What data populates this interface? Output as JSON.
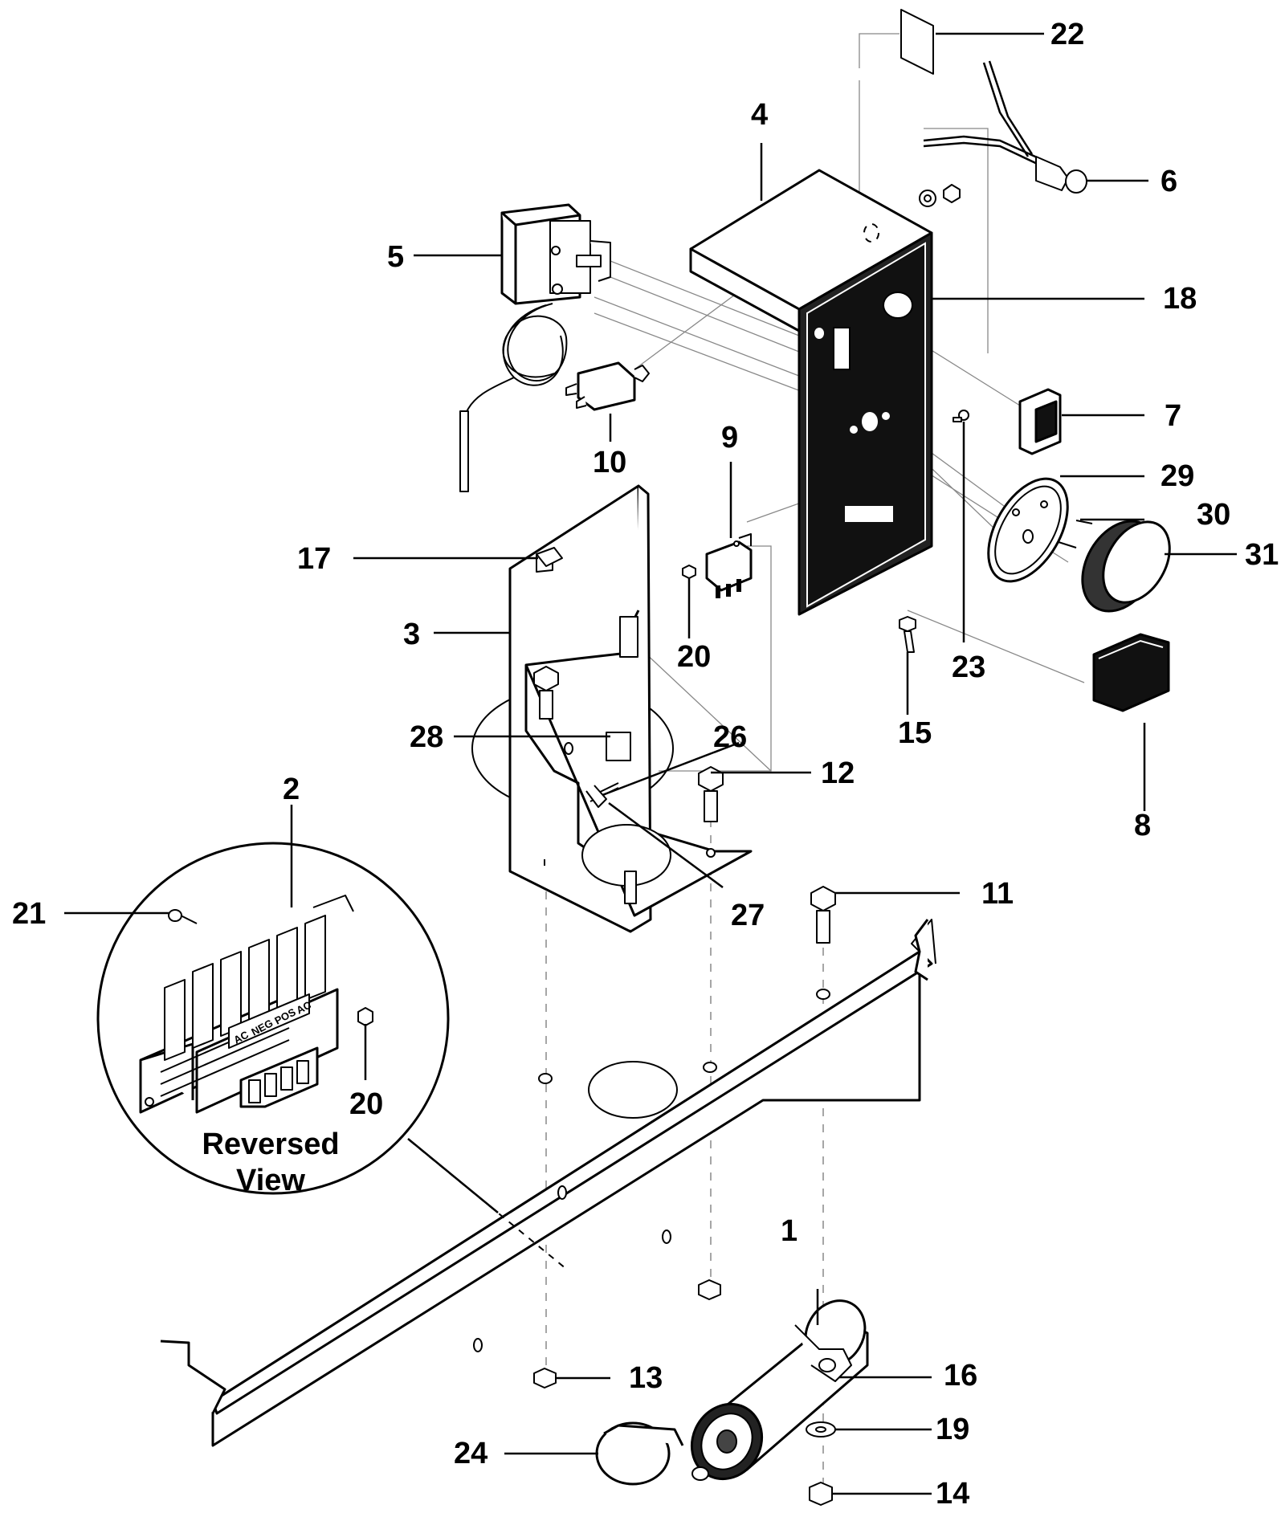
{
  "callouts": [
    "1",
    "2",
    "3",
    "4",
    "5",
    "6",
    "7",
    "8",
    "9",
    "10",
    "11",
    "12",
    "13",
    "14",
    "15",
    "16",
    "17",
    "18",
    "19",
    "20",
    "20",
    "21",
    "22",
    "23",
    "24",
    "26",
    "27",
    "28",
    "29",
    "30",
    "31"
  ],
  "inset": {
    "caption_line1": "Reversed",
    "caption_line2": "View",
    "terminal_labels": [
      "AC",
      "NEG",
      "POS",
      "AC"
    ]
  }
}
